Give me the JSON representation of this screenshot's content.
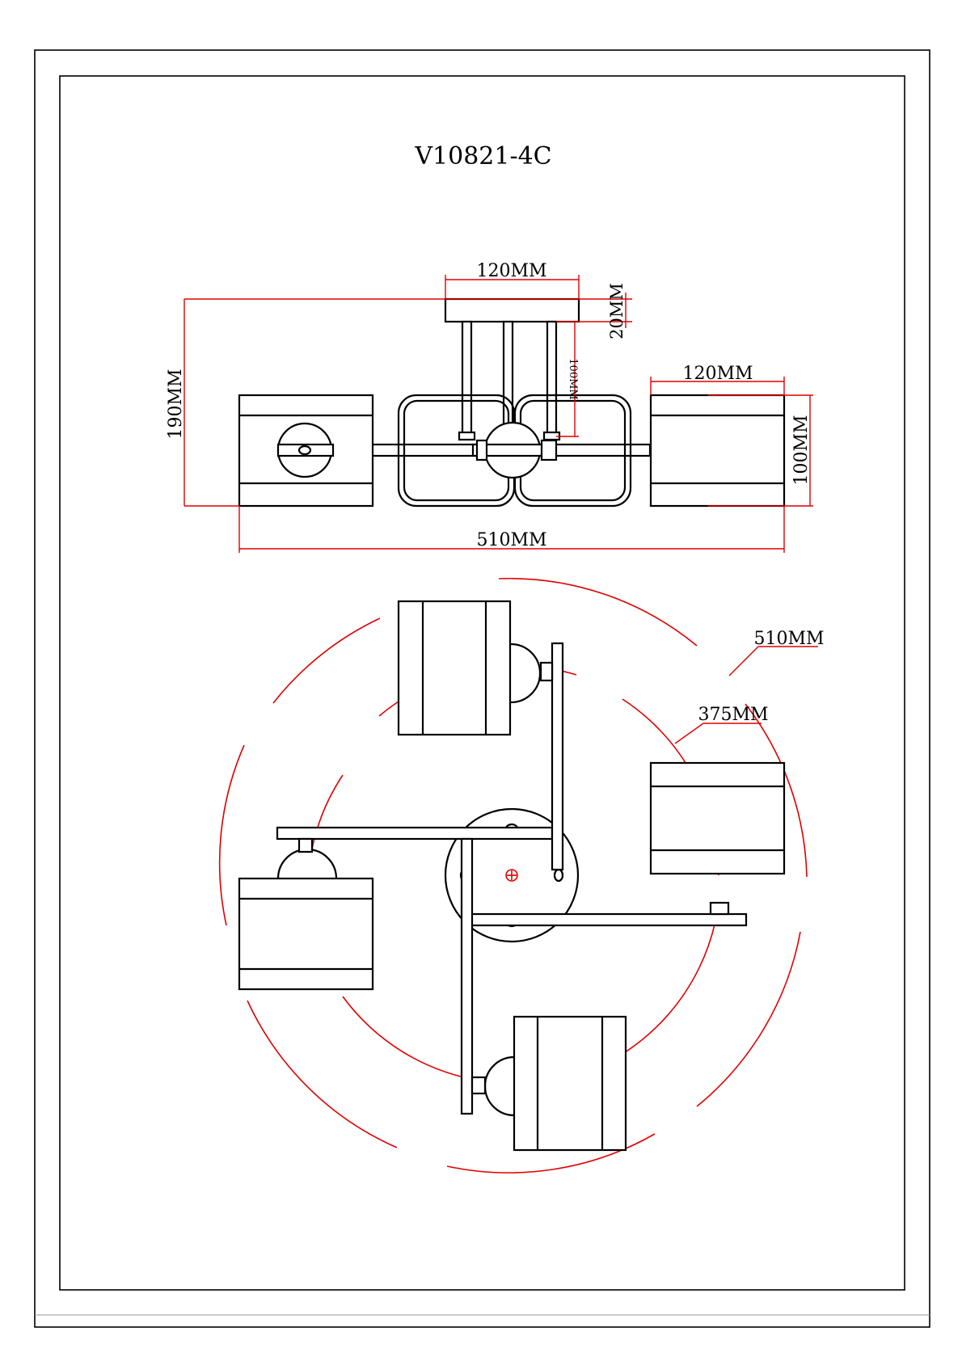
{
  "drawing": {
    "model": "V10821-4C",
    "colors": {
      "outline": "#000000",
      "dimension": "#e00000",
      "paper": "#ffffff"
    }
  },
  "side_view": {
    "labels": {
      "canopy_width": "120MM",
      "canopy_height": "20MM",
      "rod_length": "100MM",
      "overall_height": "190MM",
      "shade_width": "120MM",
      "shade_height": "100MM",
      "overall_width": "510MM"
    }
  },
  "top_view": {
    "labels": {
      "outer_diameter": "510MM",
      "inner_diameter": "375MM"
    }
  }
}
